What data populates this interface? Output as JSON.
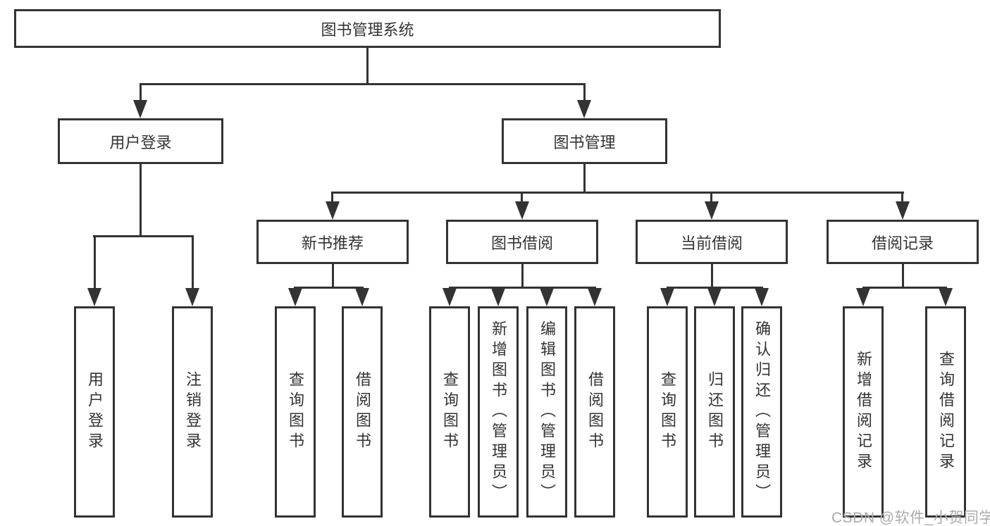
{
  "diagram": {
    "title": "图书管理系统",
    "level2": [
      {
        "label": "用户登录"
      },
      {
        "label": "图书管理"
      }
    ],
    "level3": [
      {
        "label": "新书推荐"
      },
      {
        "label": "图书借阅"
      },
      {
        "label": "当前借阅"
      },
      {
        "label": "借阅记录"
      }
    ],
    "leaves": [
      {
        "label": "用户登录"
      },
      {
        "label": "注销登录"
      },
      {
        "label": "查询图书"
      },
      {
        "label": "借阅图书"
      },
      {
        "label": "查询图书"
      },
      {
        "label": "新增图书（管理员）"
      },
      {
        "label": "编辑图书（管理员）"
      },
      {
        "label": "借阅图书"
      },
      {
        "label": "查询图书"
      },
      {
        "label": "归还图书"
      },
      {
        "label": "确认归还（管理员）"
      },
      {
        "label": "新增借阅记录"
      },
      {
        "label": "查询借阅记录"
      }
    ],
    "watermark": "CSDN @软件_小贺同学",
    "colors": {
      "line": "#333333",
      "text": "#333333",
      "background": "#ffffff",
      "watermark": "#ababab"
    }
  }
}
